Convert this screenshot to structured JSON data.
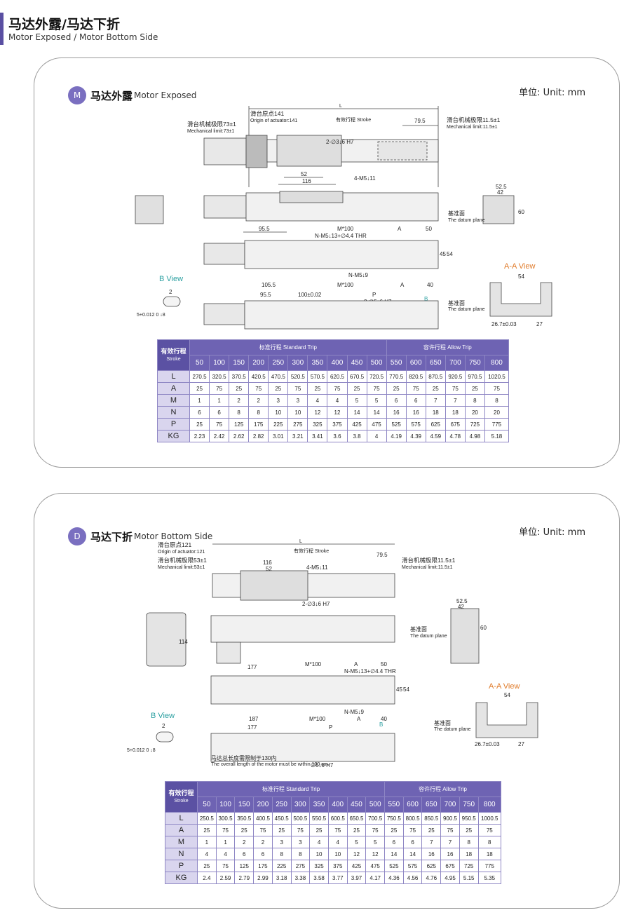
{
  "header": {
    "title": "马达外露/马达下折",
    "subtitle": "Motor Exposed / Motor Bottom Side"
  },
  "sections": [
    {
      "badge": "M",
      "title_cn": "马达外露",
      "title_en": "Motor Exposed",
      "unit": "单位: Unit: mm",
      "labels": {
        "L": "L",
        "origin_cn": "滑台原点141",
        "origin_en": "Origin of actuator:141",
        "stroke": "有效行程 Stroke",
        "dim_79_5": "79.5",
        "mech_left_cn": "滑台机械极限73±1",
        "mech_left_en": "Mechanical limit:73±1",
        "mech_right_cn": "滑台机械极限11.5±1",
        "mech_right_en": "Mechanical limit:11.5±1",
        "hole_2_3": "2-∅3↓6 H7",
        "dim_52": "52",
        "dim_116": "116",
        "hole_4_m5": "4-M5↓11",
        "dim_52_5": "52.5",
        "dim_42": "42",
        "dim_60": "60",
        "datum_cn": "基准面",
        "datum_en": "The datum plane",
        "dim_95_5": "95.5",
        "m100": "M*100",
        "dim_A": "A",
        "dim_50": "50",
        "n_m5_thr": "N-M5↓13+∅4.4 THR",
        "n_m5_9": "N-M5↓9",
        "dim_45": "45",
        "dim_54": "54",
        "aa_view": "A-A View",
        "aa_54": "54",
        "dim_105_5": "105.5",
        "m100b": "M*100",
        "dim_A2": "A",
        "dim_40": "40",
        "b_view": "B View",
        "b_2": "2",
        "b_tol": "5+0.012 0 ↓8",
        "dim_95_5b": "95.5",
        "dim_100": "100±0.02",
        "dim_P": "P",
        "hole_2_5": "2-∅5↓6 H7",
        "b_mark": "B",
        "aa_26_7": "26.7±0.03",
        "aa_27": "27"
      },
      "table": {
        "corner_cn": "有效行程",
        "corner_en": "Stroke",
        "group_std": "标准行程 Standard Trip",
        "group_allow": "容许行程 Allow Trip",
        "strokes": [
          "50",
          "100",
          "150",
          "200",
          "250",
          "300",
          "350",
          "400",
          "450",
          "500",
          "550",
          "600",
          "650",
          "700",
          "750",
          "800"
        ],
        "rows": [
          {
            "label": "L",
            "values": [
              "270.5",
              "320.5",
              "370.5",
              "420.5",
              "470.5",
              "520.5",
              "570.5",
              "620.5",
              "670.5",
              "720.5",
              "770.5",
              "820.5",
              "870.5",
              "920.5",
              "970.5",
              "1020.5"
            ]
          },
          {
            "label": "A",
            "values": [
              "25",
              "75",
              "25",
              "75",
              "25",
              "75",
              "25",
              "75",
              "25",
              "75",
              "25",
              "75",
              "25",
              "75",
              "25",
              "75"
            ]
          },
          {
            "label": "M",
            "values": [
              "1",
              "1",
              "2",
              "2",
              "3",
              "3",
              "4",
              "4",
              "5",
              "5",
              "6",
              "6",
              "7",
              "7",
              "8",
              "8"
            ]
          },
          {
            "label": "N",
            "values": [
              "6",
              "6",
              "8",
              "8",
              "10",
              "10",
              "12",
              "12",
              "14",
              "14",
              "16",
              "16",
              "18",
              "18",
              "20",
              "20"
            ]
          },
          {
            "label": "P",
            "values": [
              "25",
              "75",
              "125",
              "175",
              "225",
              "275",
              "325",
              "375",
              "425",
              "475",
              "525",
              "575",
              "625",
              "675",
              "725",
              "775"
            ]
          },
          {
            "label": "KG",
            "values": [
              "2.23",
              "2.42",
              "2.62",
              "2.82",
              "3.01",
              "3.21",
              "3.41",
              "3.6",
              "3.8",
              "4",
              "4.19",
              "4.39",
              "4.59",
              "4.78",
              "4.98",
              "5.18"
            ]
          }
        ]
      }
    },
    {
      "badge": "D",
      "title_cn": "马达下折",
      "title_en": "Motor Bottom Side",
      "unit": "单位: Unit: mm",
      "labels": {
        "origin_cn": "滑台原点121",
        "origin_en": "Origin of actuator:121",
        "L": "L",
        "stroke": "有效行程 Stroke",
        "dim_79_5": "79.5",
        "mech_left_cn": "滑台机械极限53±1",
        "mech_left_en": "Mechanical limit:53±1",
        "dim_116": "116",
        "dim_52": "52",
        "hole_4_m5": "4-M5↓11",
        "mech_right_cn": "滑台机械极限11.5±1",
        "mech_right_en": "Mechanical limit:11.5±1",
        "hole_2_3": "2-∅3↓6 H7",
        "dim_114": "114",
        "dim_52_5": "52.5",
        "dim_42": "42",
        "dim_60": "60",
        "datum_cn": "基准面",
        "datum_en": "The datum plane",
        "m100": "M*100",
        "dim_A": "A",
        "dim_50": "50",
        "dim_177": "177",
        "n_m5_thr": "N-M5↓13+∅4.4 THR",
        "dim_45": "45",
        "dim_54": "54",
        "aa_view": "A-A View",
        "aa_54": "54",
        "b_view": "B View",
        "b_2": "2",
        "b_tol": "5+0.012 0 ↓8",
        "dim_187": "187",
        "m100b": "M*100",
        "n_m5_9": "N-M5↓9",
        "dim_A2": "A",
        "dim_40": "40",
        "dim_177b": "177",
        "dim_P": "P",
        "b_mark": "B",
        "hole_5": "∅5↓6 H7",
        "motor_note_cn": "马达总长度需限制于130内",
        "motor_note_en": "The overall length of the motor must be within 130 cm.",
        "aa_26_7": "26.7±0.03",
        "aa_27": "27"
      },
      "table": {
        "corner_cn": "有效行程",
        "corner_en": "Stroke",
        "group_std": "标准行程 Standard Trip",
        "group_allow": "容许行程 Allow Trip",
        "strokes": [
          "50",
          "100",
          "150",
          "200",
          "250",
          "300",
          "350",
          "400",
          "450",
          "500",
          "550",
          "600",
          "650",
          "700",
          "750",
          "800"
        ],
        "rows": [
          {
            "label": "L",
            "values": [
              "250.5",
              "300.5",
              "350.5",
              "400.5",
              "450.5",
              "500.5",
              "550.5",
              "600.5",
              "650.5",
              "700.5",
              "750.5",
              "800.5",
              "850.5",
              "900.5",
              "950.5",
              "1000.5"
            ]
          },
          {
            "label": "A",
            "values": [
              "25",
              "75",
              "25",
              "75",
              "25",
              "75",
              "25",
              "75",
              "25",
              "75",
              "25",
              "75",
              "25",
              "75",
              "25",
              "75"
            ]
          },
          {
            "label": "M",
            "values": [
              "1",
              "1",
              "2",
              "2",
              "3",
              "3",
              "4",
              "4",
              "5",
              "5",
              "6",
              "6",
              "7",
              "7",
              "8",
              "8"
            ]
          },
          {
            "label": "N",
            "values": [
              "4",
              "4",
              "6",
              "6",
              "8",
              "8",
              "10",
              "10",
              "12",
              "12",
              "14",
              "14",
              "16",
              "16",
              "18",
              "18"
            ]
          },
          {
            "label": "P",
            "values": [
              "25",
              "75",
              "125",
              "175",
              "225",
              "275",
              "325",
              "375",
              "425",
              "475",
              "525",
              "575",
              "625",
              "675",
              "725",
              "775"
            ]
          },
          {
            "label": "KG",
            "values": [
              "2.4",
              "2.59",
              "2.79",
              "2.99",
              "3.18",
              "3.38",
              "3.58",
              "3.77",
              "3.97",
              "4.17",
              "4.36",
              "4.56",
              "4.76",
              "4.95",
              "5.15",
              "5.35"
            ]
          }
        ]
      }
    }
  ]
}
